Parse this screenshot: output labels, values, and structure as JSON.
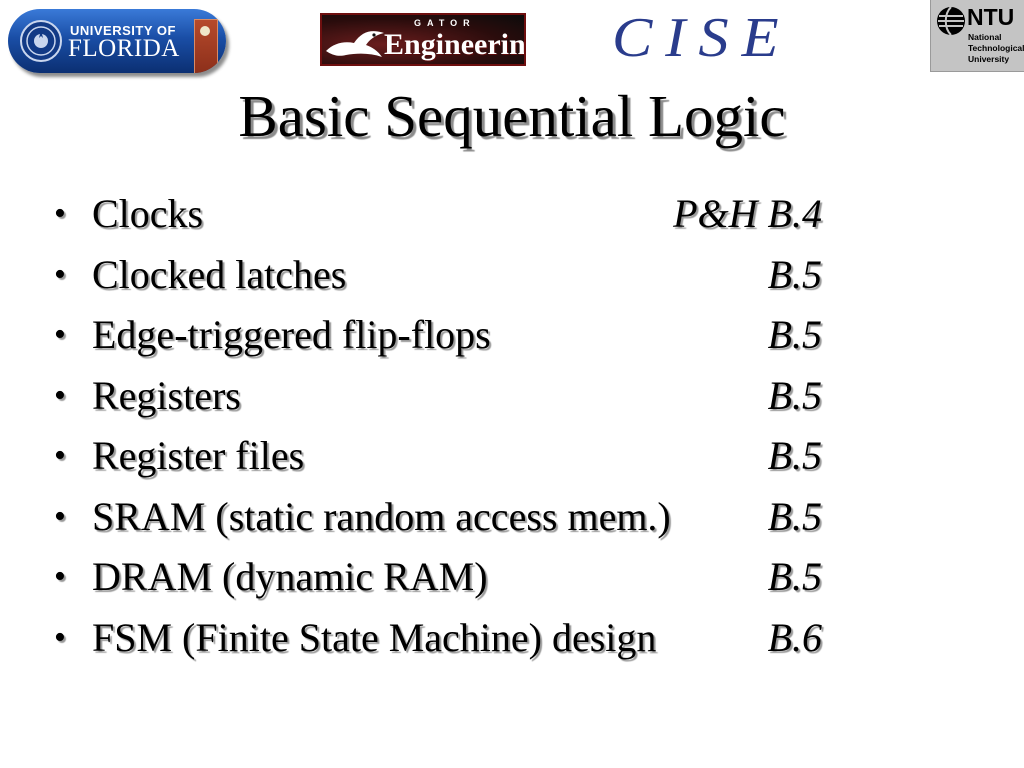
{
  "logos": {
    "uf": {
      "line1": "UNIVERSITY OF",
      "line2": "FLORIDA",
      "brand_color": "#1a4ea6"
    },
    "gator_engineering": {
      "small_text": "GATOR",
      "big_text": "Engineering",
      "brand_color": "#6e0f0f"
    },
    "cise": {
      "text": "CISE",
      "brand_color": "#2a3c8c"
    },
    "ntu": {
      "abbr": "NTU",
      "line1": "National",
      "line2": "Technological",
      "line3": "University"
    }
  },
  "slide": {
    "title": "Basic Sequential Logic",
    "bullet_glyph": "•",
    "items": [
      {
        "text": "Clocks",
        "ref": "P&H B.4"
      },
      {
        "text": "Clocked latches",
        "ref": "B.5"
      },
      {
        "text": "Edge-triggered flip-flops",
        "ref": "B.5"
      },
      {
        "text": "Registers",
        "ref": "B.5"
      },
      {
        "text": "Register files",
        "ref": "B.5"
      },
      {
        "text": "SRAM (static random access mem.)",
        "ref": "B.5"
      },
      {
        "text": "DRAM (dynamic RAM)",
        "ref": "B.5"
      },
      {
        "text": "FSM (Finite State Machine) design",
        "ref": "B.6"
      }
    ]
  }
}
